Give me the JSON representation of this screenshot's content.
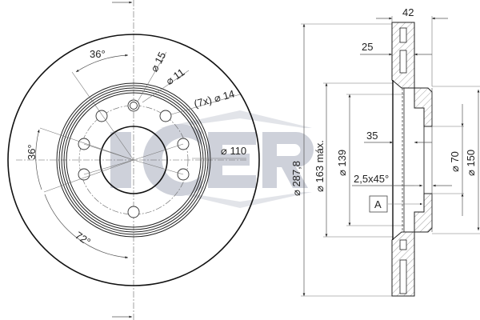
{
  "drawing": {
    "title": "Ventilated brake disc technical drawing",
    "watermark": "ICER",
    "colors": {
      "line": "#111111",
      "dimension": "#555555",
      "watermark": "#c9cdd6",
      "background": "#ffffff"
    }
  },
  "front_view": {
    "angles": {
      "top": "36°",
      "left": "36°",
      "bottom": "72°"
    },
    "holes": {
      "hole_a": "⌀ 15",
      "hole_b": "⌀ 11",
      "bolt_holes": "(7x) ⌀ 14"
    },
    "pcd": "⌀ 110"
  },
  "section_view": {
    "overall_diameter": "⌀ 287,8",
    "hat_max": "⌀ 163 máx.",
    "diameter_139": "⌀ 139",
    "total_height": "42",
    "disc_thickness": "25",
    "hat_depth": "35",
    "chamfer": "2,5x45°",
    "datum": "A",
    "center_bore": "⌀ 70",
    "hub_diameter": "⌀ 150"
  }
}
